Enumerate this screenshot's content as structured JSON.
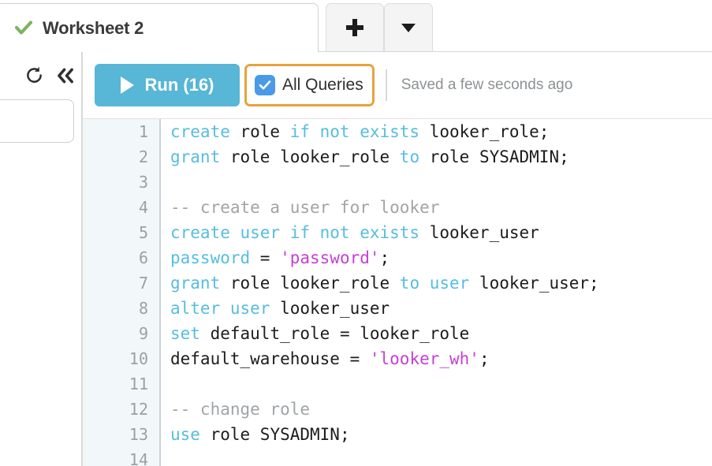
{
  "tabbar": {
    "active_tab": {
      "title": "Worksheet 2",
      "status_icon": "green-check-icon"
    },
    "add_tab_label": "+",
    "menu_tab_label": "▼"
  },
  "left_panel": {
    "refresh_icon": "refresh-icon",
    "collapse_icon": "double-chevron-left-icon",
    "search_value": ""
  },
  "toolbar": {
    "run_label": "Run (16)",
    "run_icon": "play-icon",
    "run_color": "#58b6d6",
    "all_queries_label": "All Queries",
    "all_queries_checked": true,
    "checkbox_color": "#4a9ae8",
    "highlight_color": "#e8a33d",
    "saved_status": "Saved a few seconds ago"
  },
  "editor": {
    "line_numbers": [
      "1",
      "2",
      "3",
      "4",
      "5",
      "6",
      "7",
      "8",
      "9",
      "10",
      "11",
      "12",
      "13",
      "14"
    ],
    "syntax_colors": {
      "keyword": "#56bde0",
      "identifier": "#1c1c1c",
      "string": "#c73fd6",
      "comment": "#a0a4a7"
    },
    "lines": [
      {
        "n": "1",
        "tokens": [
          {
            "t": "create",
            "c": "kw"
          },
          {
            "t": " role ",
            "c": "id"
          },
          {
            "t": "if not exists",
            "c": "kw"
          },
          {
            "t": " looker_role;",
            "c": "id"
          }
        ]
      },
      {
        "n": "2",
        "tokens": [
          {
            "t": "grant",
            "c": "kw"
          },
          {
            "t": " role looker_role ",
            "c": "id"
          },
          {
            "t": "to",
            "c": "kw"
          },
          {
            "t": " role SYSADMIN;",
            "c": "id"
          }
        ]
      },
      {
        "n": "3",
        "tokens": []
      },
      {
        "n": "4",
        "tokens": [
          {
            "t": "-- create a user for looker",
            "c": "comment"
          }
        ]
      },
      {
        "n": "5",
        "tokens": [
          {
            "t": "create user if not exists",
            "c": "kw"
          },
          {
            "t": " looker_user",
            "c": "id"
          }
        ]
      },
      {
        "n": "6",
        "tokens": [
          {
            "t": "password",
            "c": "kw"
          },
          {
            "t": " = ",
            "c": "op"
          },
          {
            "t": "'password'",
            "c": "str"
          },
          {
            "t": ";",
            "c": "op"
          }
        ]
      },
      {
        "n": "7",
        "tokens": [
          {
            "t": "grant",
            "c": "kw"
          },
          {
            "t": " role looker_role ",
            "c": "id"
          },
          {
            "t": "to user",
            "c": "kw"
          },
          {
            "t": " looker_user;",
            "c": "id"
          }
        ]
      },
      {
        "n": "8",
        "tokens": [
          {
            "t": "alter user",
            "c": "kw"
          },
          {
            "t": " looker_user",
            "c": "id"
          }
        ]
      },
      {
        "n": "9",
        "tokens": [
          {
            "t": "set",
            "c": "kw"
          },
          {
            "t": " default_role = looker_role",
            "c": "id"
          }
        ]
      },
      {
        "n": "10",
        "tokens": [
          {
            "t": "default_warehouse = ",
            "c": "id"
          },
          {
            "t": "'looker_wh'",
            "c": "str"
          },
          {
            "t": ";",
            "c": "op"
          }
        ]
      },
      {
        "n": "11",
        "tokens": []
      },
      {
        "n": "12",
        "tokens": [
          {
            "t": "-- change role",
            "c": "comment"
          }
        ]
      },
      {
        "n": "13",
        "tokens": [
          {
            "t": "use",
            "c": "kw"
          },
          {
            "t": " role SYSADMIN;",
            "c": "id"
          }
        ]
      },
      {
        "n": "14",
        "tokens": []
      }
    ]
  }
}
